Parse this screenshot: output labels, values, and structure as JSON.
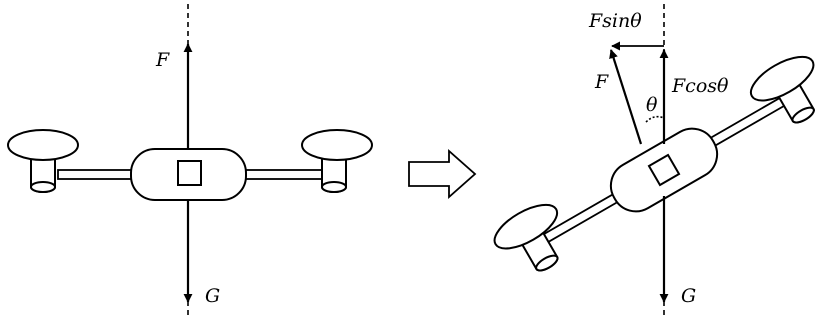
{
  "labels": {
    "left_force_up": "F",
    "left_gravity": "G",
    "right_force": "F",
    "right_horizontal": "Fsinθ",
    "right_vertical": "Fcosθ",
    "right_angle": "θ",
    "right_gravity": "G"
  },
  "colors": {
    "ink": "#000000",
    "fill": "#ffffff"
  }
}
